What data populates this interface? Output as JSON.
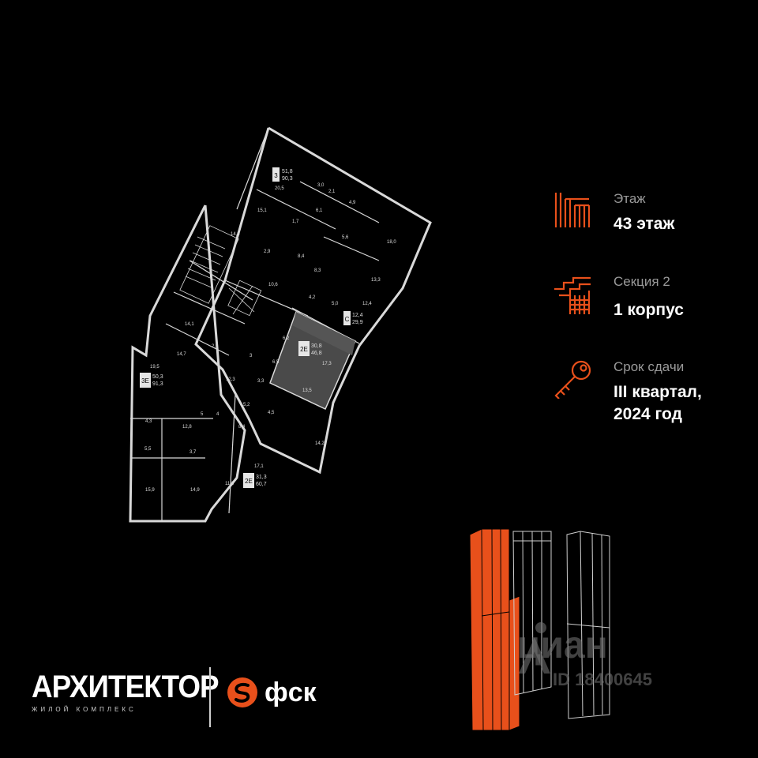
{
  "info": {
    "floor": {
      "label": "Этаж",
      "value": "43 этаж",
      "icon": "floor-icon"
    },
    "section": {
      "label": "Секция 2",
      "value": "1 корпус",
      "icon": "stairs-icon"
    },
    "deadline": {
      "label": "Срок сдачи",
      "value_line1": "III квартал,",
      "value_line2": "2024 год",
      "icon": "key-icon"
    }
  },
  "brand": {
    "name": "АРХИТЕКТОР",
    "subtitle": "ЖИЛОЙ КОМПЛЕКС",
    "developer": "фск"
  },
  "watermark": {
    "text": "циан",
    "id": "ID 18400645"
  },
  "colors": {
    "accent": "#e8501b",
    "background": "#000000",
    "selected_apartment": "#4a4a4a",
    "walls": "#d9d9d9"
  },
  "plan": {
    "apartments": [
      {
        "tag": "3",
        "living": "51,8",
        "total": "90,3"
      },
      {
        "tag": "С",
        "living": "12,4",
        "total": "29,9"
      },
      {
        "tag": "2Е",
        "living": "30,8",
        "total": "46,8",
        "selected": true
      },
      {
        "tag": "3Е",
        "living": "50,3",
        "total": "91,3"
      },
      {
        "tag": "2Е",
        "living": "31,3",
        "total": "60,7"
      }
    ],
    "rooms": [
      "20,5",
      "3,0",
      "2,1",
      "4,9",
      "15,1",
      "6,1",
      "1,7",
      "14,0",
      "5,6",
      "18,0",
      "2,9",
      "8,4",
      "8,3",
      "13,3",
      "10,6",
      "4,2",
      "5,0",
      "12,4",
      "14,1",
      "6,2",
      "2,9",
      "17,3",
      "14,7",
      "3",
      "6,5",
      "19,5",
      "12,3",
      "3,3",
      "13,5",
      "5,2",
      "4,5",
      "5",
      "4",
      "4,3",
      "12,8",
      "8,4",
      "14,2",
      "5,5",
      "3,7",
      "17,1",
      "11,3",
      "15,9",
      "14,9"
    ]
  }
}
